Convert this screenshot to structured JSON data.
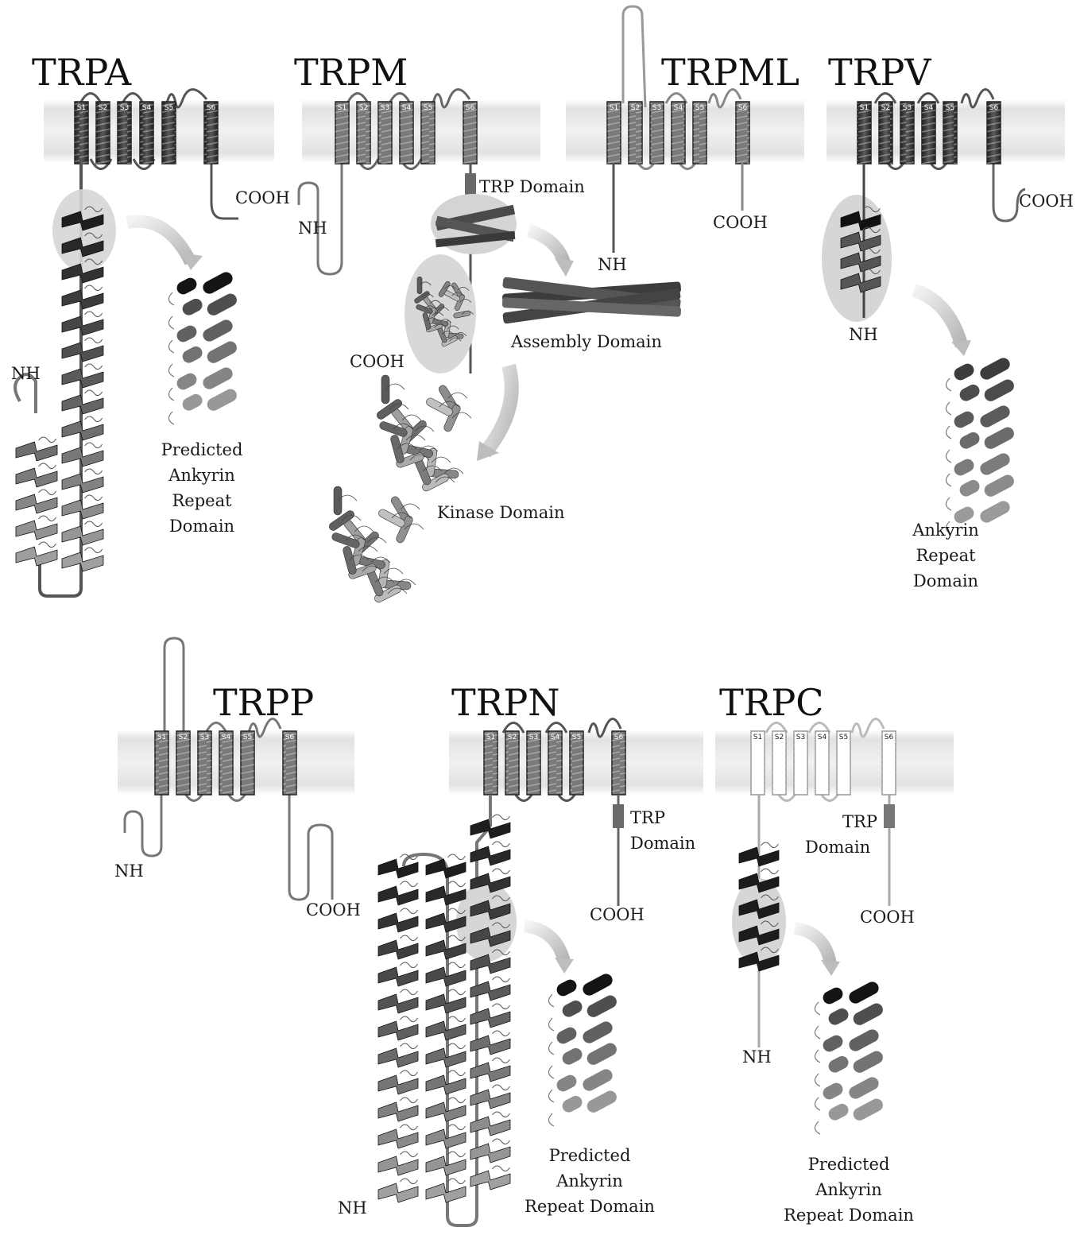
{
  "families": {
    "trpa": {
      "name": "TRPA",
      "segments": [
        "S1",
        "S2",
        "S3",
        "S4",
        "S5",
        "S6"
      ],
      "cooh": "COOH",
      "nh": "NH",
      "domain_label": [
        "Predicted",
        "Ankyrin",
        "Repeat",
        "Domain"
      ]
    },
    "trpm": {
      "name": "TRPM",
      "segments": [
        "S1",
        "S2",
        "S3",
        "S4",
        "S5",
        "S6"
      ],
      "nh": "NH",
      "cooh": "COOH",
      "trp_domain": "TRP Domain",
      "assembly_domain": "Assembly Domain",
      "kinase_domain": "Kinase Domain"
    },
    "trpml": {
      "name": "TRPML",
      "segments": [
        "S1",
        "S2",
        "S3",
        "S4",
        "S5",
        "S6"
      ],
      "nh": "NH",
      "cooh": "COOH"
    },
    "trpv": {
      "name": "TRPV",
      "segments": [
        "S1",
        "S2",
        "S3",
        "S4",
        "S5",
        "S6"
      ],
      "cooh": "COOH",
      "nh": "NH",
      "domain_label": [
        "Ankyrin",
        "Repeat",
        "Domain"
      ]
    },
    "trpp": {
      "name": "TRPP",
      "segments": [
        "S1",
        "S2",
        "S3",
        "S4",
        "S5",
        "S6"
      ],
      "nh": "NH",
      "cooh": "COOH"
    },
    "trpn": {
      "name": "TRPN",
      "segments": [
        "S1",
        "S2",
        "S3",
        "S4",
        "S5",
        "S6"
      ],
      "trp_domain": [
        "TRP",
        "Domain"
      ],
      "cooh": "COOH",
      "nh": "NH",
      "domain_label": [
        "Predicted",
        "Ankyrin",
        "Repeat Domain"
      ]
    },
    "trpc": {
      "name": "TRPC",
      "segments": [
        "S1",
        "S2",
        "S3",
        "S4",
        "S5",
        "S6"
      ],
      "trp_domain": [
        "TRP",
        "Domain"
      ],
      "cooh": "COOH",
      "nh": "NH",
      "domain_label": [
        "Predicted",
        "Ankyrin",
        "Repeat Domain"
      ]
    }
  },
  "colors": {
    "membrane": "#dcdcdc",
    "helix_dark": "#3a3a3a",
    "helix_light": "#b8b8b8",
    "loop": "#666666",
    "highlight": "#d8d8d8",
    "trp_box": "#707070"
  }
}
